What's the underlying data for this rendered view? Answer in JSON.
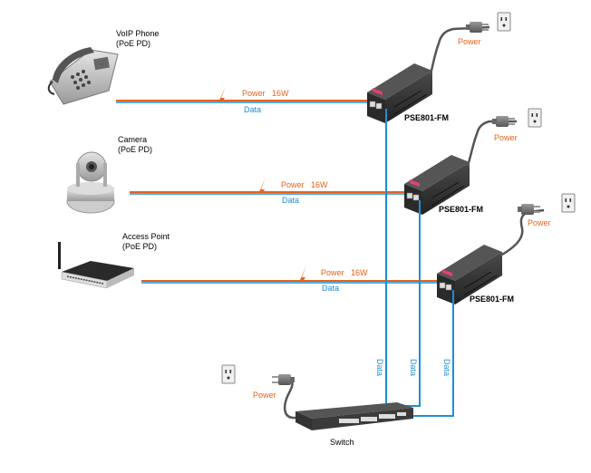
{
  "diagram": {
    "colors": {
      "power": "#e8621c",
      "data": "#1c8fd6",
      "device_body": "#3a3a3a",
      "cable": "#555555"
    },
    "devices": [
      {
        "name": "VoIP Phone",
        "type": "(PoE PD)",
        "power_label": "Power",
        "power_value": "16W",
        "data_label": "Data"
      },
      {
        "name": "Camera",
        "type": "(PoE PD)",
        "power_label": "Power",
        "power_value": "16W",
        "data_label": "Data"
      },
      {
        "name": "Access Point",
        "type": "(PoE PD)",
        "power_label": "Power",
        "power_value": "16W",
        "data_label": "Data"
      }
    ],
    "injectors": [
      {
        "model": "PSE801-FM",
        "power_label": "Power"
      },
      {
        "model": "PSE801-FM",
        "power_label": "Power"
      },
      {
        "model": "PSE801-FM",
        "power_label": "Power"
      }
    ],
    "uplinks": [
      {
        "label": "Data"
      },
      {
        "label": "Data"
      },
      {
        "label": "Data"
      }
    ],
    "switch": {
      "label": "Switch",
      "power_label": "Power"
    }
  }
}
